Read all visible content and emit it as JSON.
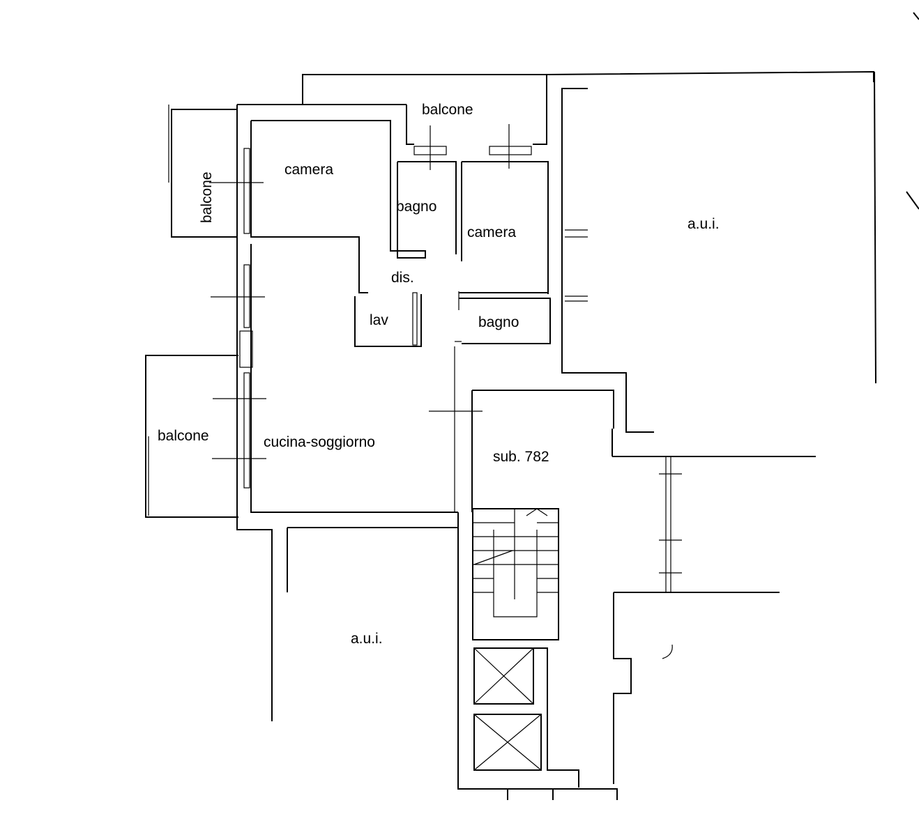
{
  "plan": {
    "rooms": {
      "balcone_top": "balcone",
      "balcone_left_top": "balcone",
      "balcone_left_bottom": "balcone",
      "camera_1": "camera",
      "camera_2": "camera",
      "bagno_1": "bagno",
      "bagno_2": "bagno",
      "dis": "dis.",
      "lav": "lav",
      "cucina_soggiorno": "cucina-soggiorno",
      "sub": "sub. 782",
      "aui_right": "a.u.i.",
      "aui_bottom": "a.u.i."
    }
  }
}
